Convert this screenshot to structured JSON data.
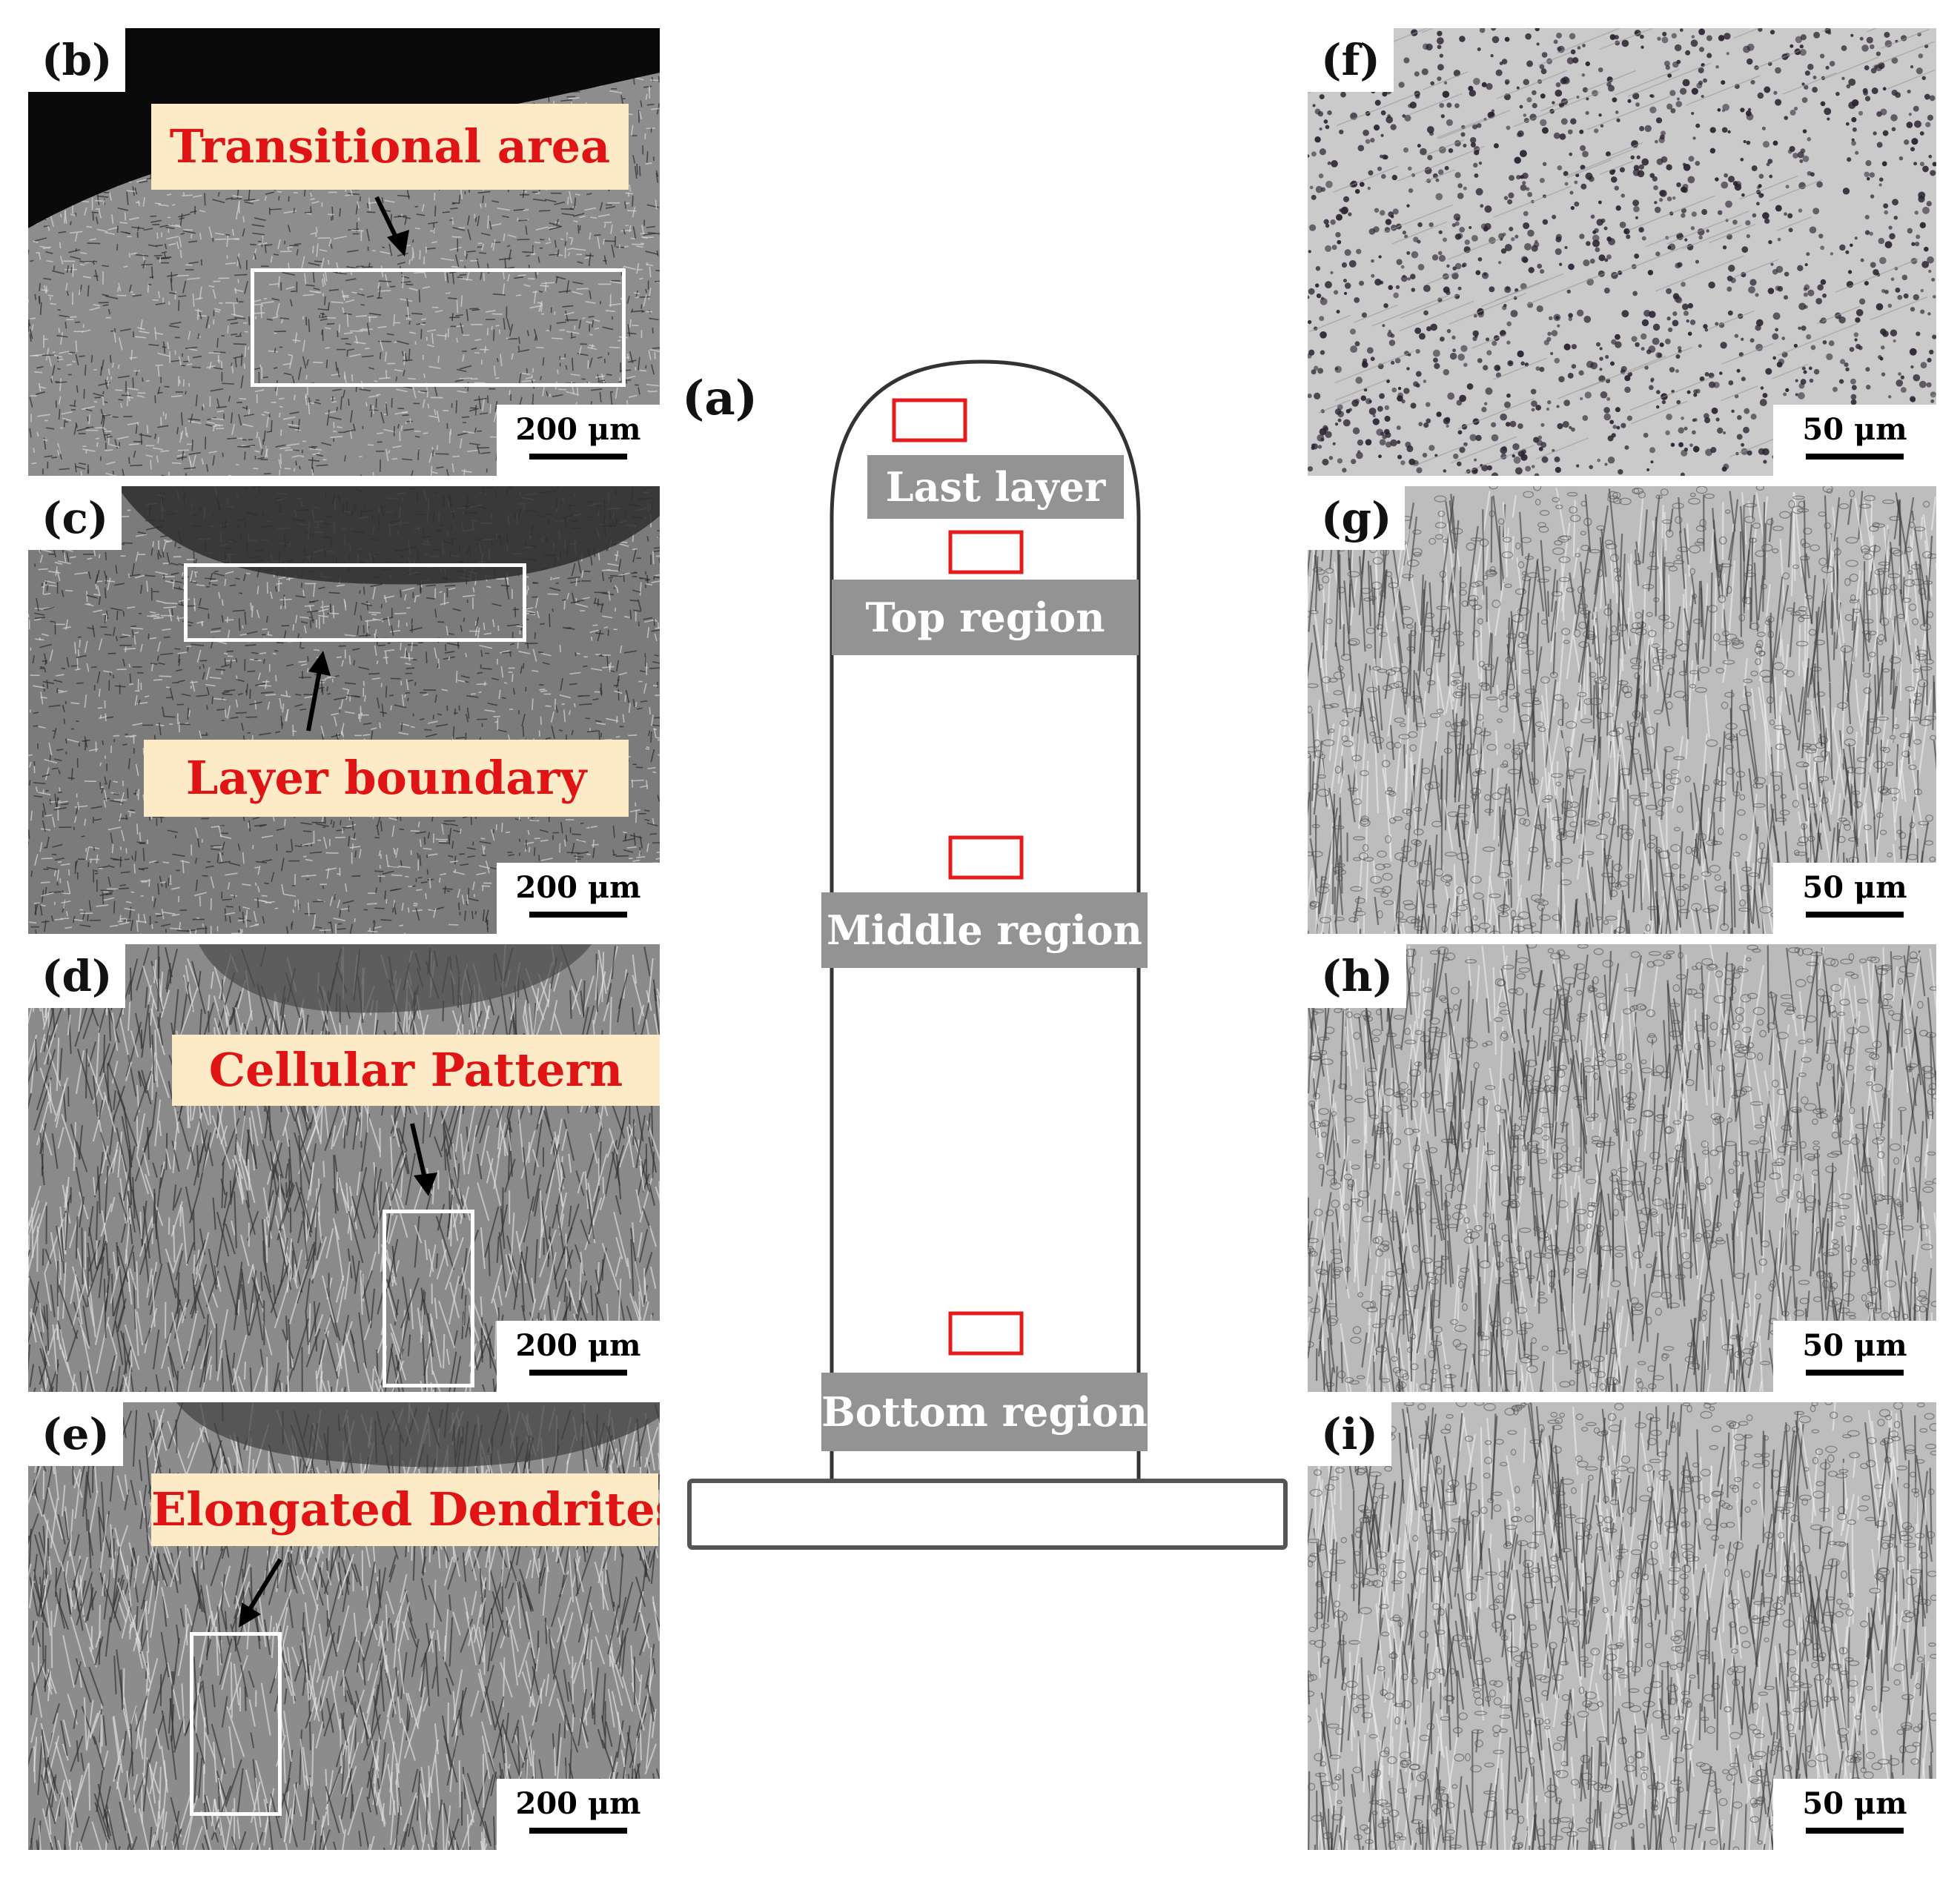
{
  "panels": {
    "b": {
      "label": "(b)",
      "callout": "Transitional area",
      "scale": "200 μm",
      "texture": "fine-dense"
    },
    "c": {
      "label": "(c)",
      "callout": "Layer boundary",
      "scale": "200 μm",
      "texture": "fine-dense"
    },
    "d": {
      "label": "(d)",
      "callout": "Cellular Pattern",
      "scale": "200 μm",
      "texture": "streaks"
    },
    "e": {
      "label": "(e)",
      "callout": "Elongated Dendrites",
      "scale": "200 μm",
      "texture": "streaks"
    },
    "f": {
      "label": "(f)",
      "scale": "50 μm",
      "texture": "dots"
    },
    "g": {
      "label": "(g)",
      "scale": "50 μm",
      "texture": "dendrite-coarse"
    },
    "h": {
      "label": "(h)",
      "scale": "50 μm",
      "texture": "dendrite-coarse"
    },
    "i": {
      "label": "(i)",
      "scale": "50 μm",
      "texture": "dendrite-coarse"
    }
  },
  "diagram": {
    "label": "(a)",
    "regions": [
      "Last layer",
      "Top region",
      "Middle region",
      "Bottom region"
    ],
    "region_box_color": "#939393",
    "marker_color": "#e51c1c",
    "outline_color": "#333333"
  },
  "colors": {
    "callout_bg": "#fdebc8",
    "callout_text": "#e01414",
    "roi_border": "#ffffff"
  }
}
